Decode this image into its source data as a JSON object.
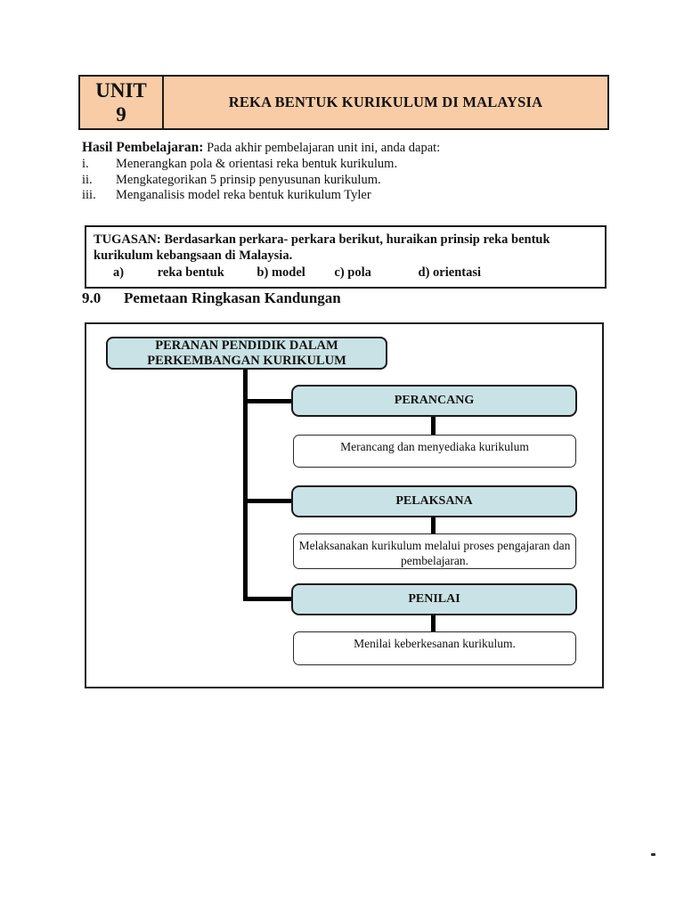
{
  "colors": {
    "header_bg": "#f8cca6",
    "node_bg": "#c9e2e5",
    "border": "#1b1b1b"
  },
  "header": {
    "unit_label": "UNIT",
    "unit_number": "9",
    "title": "REKA BENTUK KURIKULUM DI MALAYSIA"
  },
  "outcomes": {
    "heading": "Hasil Pembelajaran:",
    "intro": "Pada akhir pembelajaran unit ini, anda dapat:",
    "items": [
      {
        "num": "i.",
        "text": "Menerangkan pola & orientasi reka bentuk kurikulum."
      },
      {
        "num": "ii.",
        "text": "Mengkategorikan 5 prinsip penyusunan kurikulum."
      },
      {
        "num": "iii.",
        "text": "Menganalisis model reka bentuk kurikulum Tyler"
      }
    ]
  },
  "tugasan": {
    "text": "TUGASAN: Berdasarkan perkara- perkara berikut, huraikan prinsip reka bentuk kurikulum kebangsaan di Malaysia.",
    "options": [
      "a)",
      "reka bentuk",
      "b) model",
      "c) pola",
      "d) orientasi"
    ]
  },
  "section": {
    "number": "9.0",
    "title": "Pemetaan Ringkasan Kandungan"
  },
  "diagram": {
    "root": {
      "line1": "PERANAN PENDIDIK DALAM",
      "line2": "PERKEMBANGAN KURIKULUM"
    },
    "branches": [
      {
        "label": "PERANCANG",
        "desc": "Merancang dan menyediaka kurikulum"
      },
      {
        "label": "PELAKSANA",
        "desc": "Melaksanakan kurikulum melalui proses pengajaran dan pembelajaran."
      },
      {
        "label": "PENILAI",
        "desc": "Menilai keberkesanan kurikulum."
      }
    ]
  }
}
